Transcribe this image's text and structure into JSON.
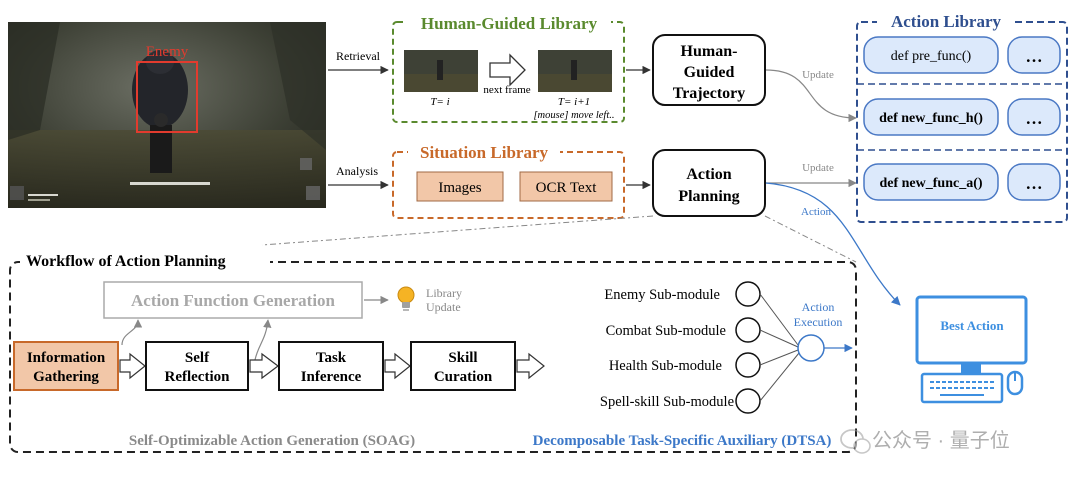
{
  "game": {
    "enemy_label": "Enemy"
  },
  "arrows": {
    "retrieval": "Retrieval",
    "analysis": "Analysis",
    "update_top": "Update",
    "update_bottom": "Update",
    "action": "Action"
  },
  "human_library": {
    "title": "Human-Guided Library",
    "frame_a_caption": "T= i",
    "next_frame": "next frame",
    "frame_b_caption": "T= i+1",
    "frame_b_sub": "[mouse] move left.."
  },
  "trajectory": {
    "line1": "Human-",
    "line2": "Guided",
    "line3": "Trajectory"
  },
  "situation_library": {
    "title": "Situation Library",
    "images": "Images",
    "ocr": "OCR Text"
  },
  "action_planning": {
    "line1": "Action",
    "line2": "Planning"
  },
  "action_library": {
    "title": "Action Library",
    "rows": [
      {
        "func": "def pre_func()",
        "more": "…"
      },
      {
        "func": "def new_func_h()",
        "more": "…"
      },
      {
        "func": "def new_func_a()",
        "more": "…"
      }
    ]
  },
  "workflow": {
    "title": "Workflow of Action Planning",
    "afg": "Action Function Generation",
    "library_update_1": "Library",
    "library_update_2": "Update",
    "steps": [
      {
        "l1": "Information",
        "l2": "Gathering"
      },
      {
        "l1": "Self",
        "l2": "Reflection"
      },
      {
        "l1": "Task",
        "l2": "Inference"
      },
      {
        "l1": "Skill",
        "l2": "Curation"
      }
    ],
    "submodules": [
      "Enemy Sub-module",
      "Combat Sub-module",
      "Health Sub-module",
      "Spell-skill Sub-module"
    ],
    "action_exec_1": "Action",
    "action_exec_2": "Execution",
    "soag": "Self-Optimizable Action Generation (SOAG)",
    "dtsa": "Decomposable Task-Specific Auxiliary (DTSA)"
  },
  "best_action": "Best Action",
  "watermark": "公众号 · 量子位",
  "colors": {
    "green": "#5a8a2e",
    "orange": "#c8692a",
    "orange_fill": "#f2c7a8",
    "blue": "#2f4f8f",
    "pill_fill": "#dce9fb",
    "pill_stroke": "#4a78c4",
    "computer": "#3d8fe0",
    "exec_blue": "#3c78c8"
  }
}
